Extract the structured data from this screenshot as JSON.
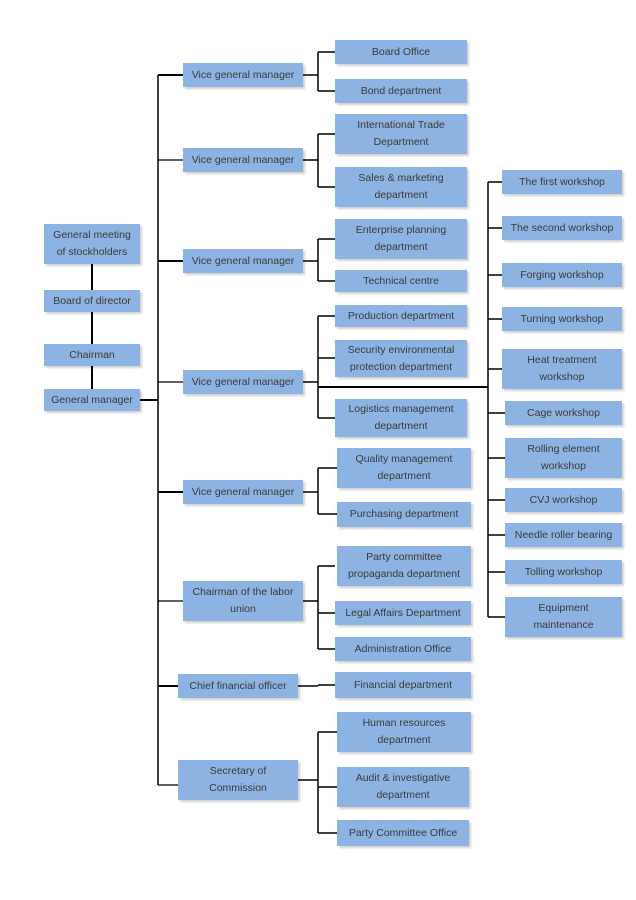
{
  "colors": {
    "box_fill": "#8db3e2",
    "line": "#000000",
    "text": "#3a3a3a"
  },
  "top_chain": [
    "General meeting of stockholders",
    "Board of director",
    "Chairman",
    "General manager"
  ],
  "branches": [
    {
      "title": "Vice general manager",
      "departments": [
        "Board Office",
        "Bond department"
      ]
    },
    {
      "title": "Vice general manager",
      "departments": [
        "International Trade Department",
        "Sales & marketing department"
      ]
    },
    {
      "title": "Vice general manager",
      "departments": [
        "Enterprise planning department",
        "Technical centre"
      ]
    },
    {
      "title": "Vice general manager",
      "departments": [
        "Production department",
        "Security environmental protection department",
        "Logistics management department"
      ]
    },
    {
      "title": "Vice general manager",
      "departments": [
        "Quality management department",
        "Purchasing department"
      ]
    },
    {
      "title": "Chairman of the labor union",
      "departments": [
        "Party committee propaganda department",
        "Legal Affairs Department",
        "Administration Office"
      ]
    },
    {
      "title": "Chief financial officer",
      "departments": [
        "Financial department"
      ]
    },
    {
      "title": "Secretary of Commission",
      "departments": [
        "Human resources department",
        "Audit & investigative department",
        "Party Committee Office"
      ]
    }
  ],
  "workshops": [
    "The first workshop",
    "The second workshop",
    "Forging workshop",
    "Turning workshop",
    "Heat treatment workshop",
    "Cage workshop",
    "Rolling element workshop",
    "CVJ workshop",
    "Needle roller bearing",
    "Tolling workshop",
    "Equipment maintenance"
  ]
}
